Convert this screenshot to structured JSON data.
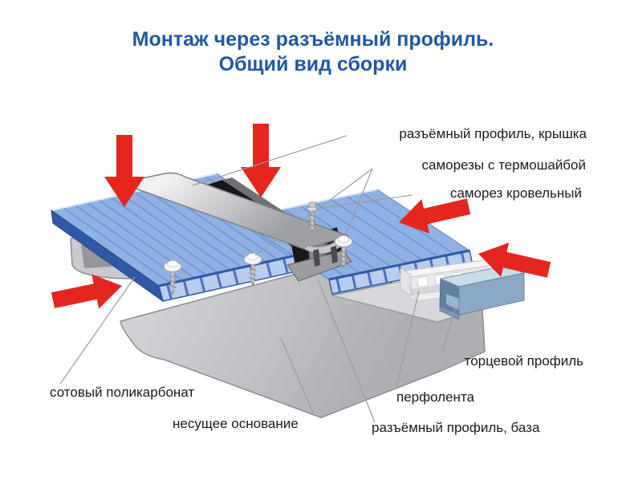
{
  "title": {
    "line1": "Монтаж через разъёмный профиль.",
    "line2": "Общий вид сборки"
  },
  "labels": {
    "cover_profile": "разъёмный профиль, крышка",
    "thermo_screws": "саморезы с термошайбой",
    "roof_screw": "саморез кровельный",
    "end_profile": "торцевой профиль",
    "perfo_tape": "перфолента",
    "base_profile": "разъёмный профиль, база",
    "polycarbonate": "сотовый поликарбонат",
    "support_base": "несущее основание"
  },
  "colors": {
    "title_blue": "#2257a5",
    "label_text": "#1a1a1a",
    "arrow_red": "#e5261f",
    "panel_top_blue": "#8fb1e4",
    "panel_edge_blue": "#2f58a5",
    "channel_fill_blue": "#b9cdee",
    "profile_gray": "#bdbec2",
    "seal_black": "#17171a",
    "leader_gray": "#9b9b9b"
  }
}
